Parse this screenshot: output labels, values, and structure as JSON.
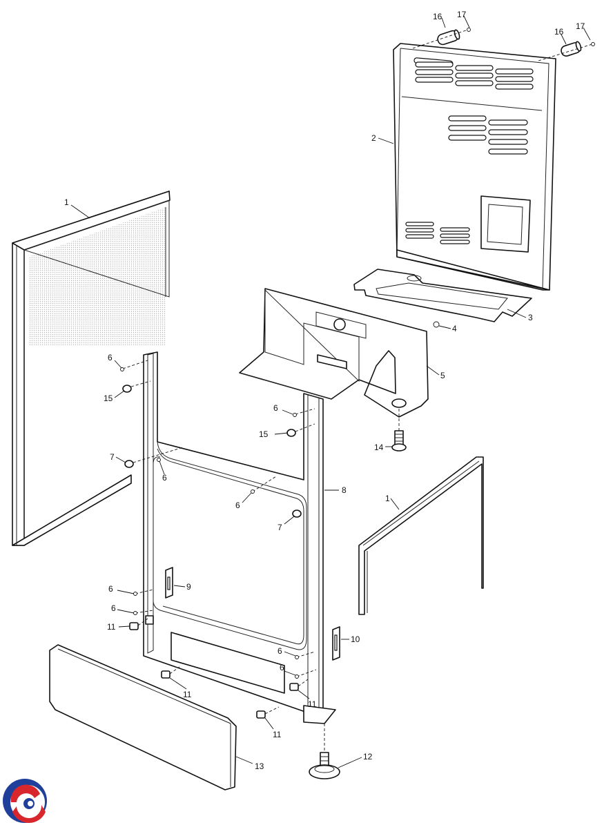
{
  "callouts": {
    "c1a": "1",
    "c1b": "1",
    "c2": "2",
    "c3": "3",
    "c4": "4",
    "c5": "5",
    "c6a": "6",
    "c6b": "6",
    "c6c": "6",
    "c6d": "6",
    "c6e": "6",
    "c6f": "6",
    "c6g": "6",
    "c6h": "6",
    "c7a": "7",
    "c7b": "7",
    "c8": "8",
    "c9": "9",
    "c10": "10",
    "c11a": "11",
    "c11b": "11",
    "c11c": "11",
    "c11d": "11",
    "c12": "12",
    "c13": "13",
    "c14": "14",
    "c15a": "15",
    "c15b": "15",
    "c16a": "16",
    "c16b": "16",
    "c17a": "17",
    "c17b": "17"
  },
  "logo": {
    "name": "brand-logo",
    "colors": {
      "blue": "#1f3f9a",
      "red": "#d7262c"
    }
  },
  "colors": {
    "line": "#111111",
    "fill": "#ffffff",
    "shade": "#d9d9d9"
  }
}
